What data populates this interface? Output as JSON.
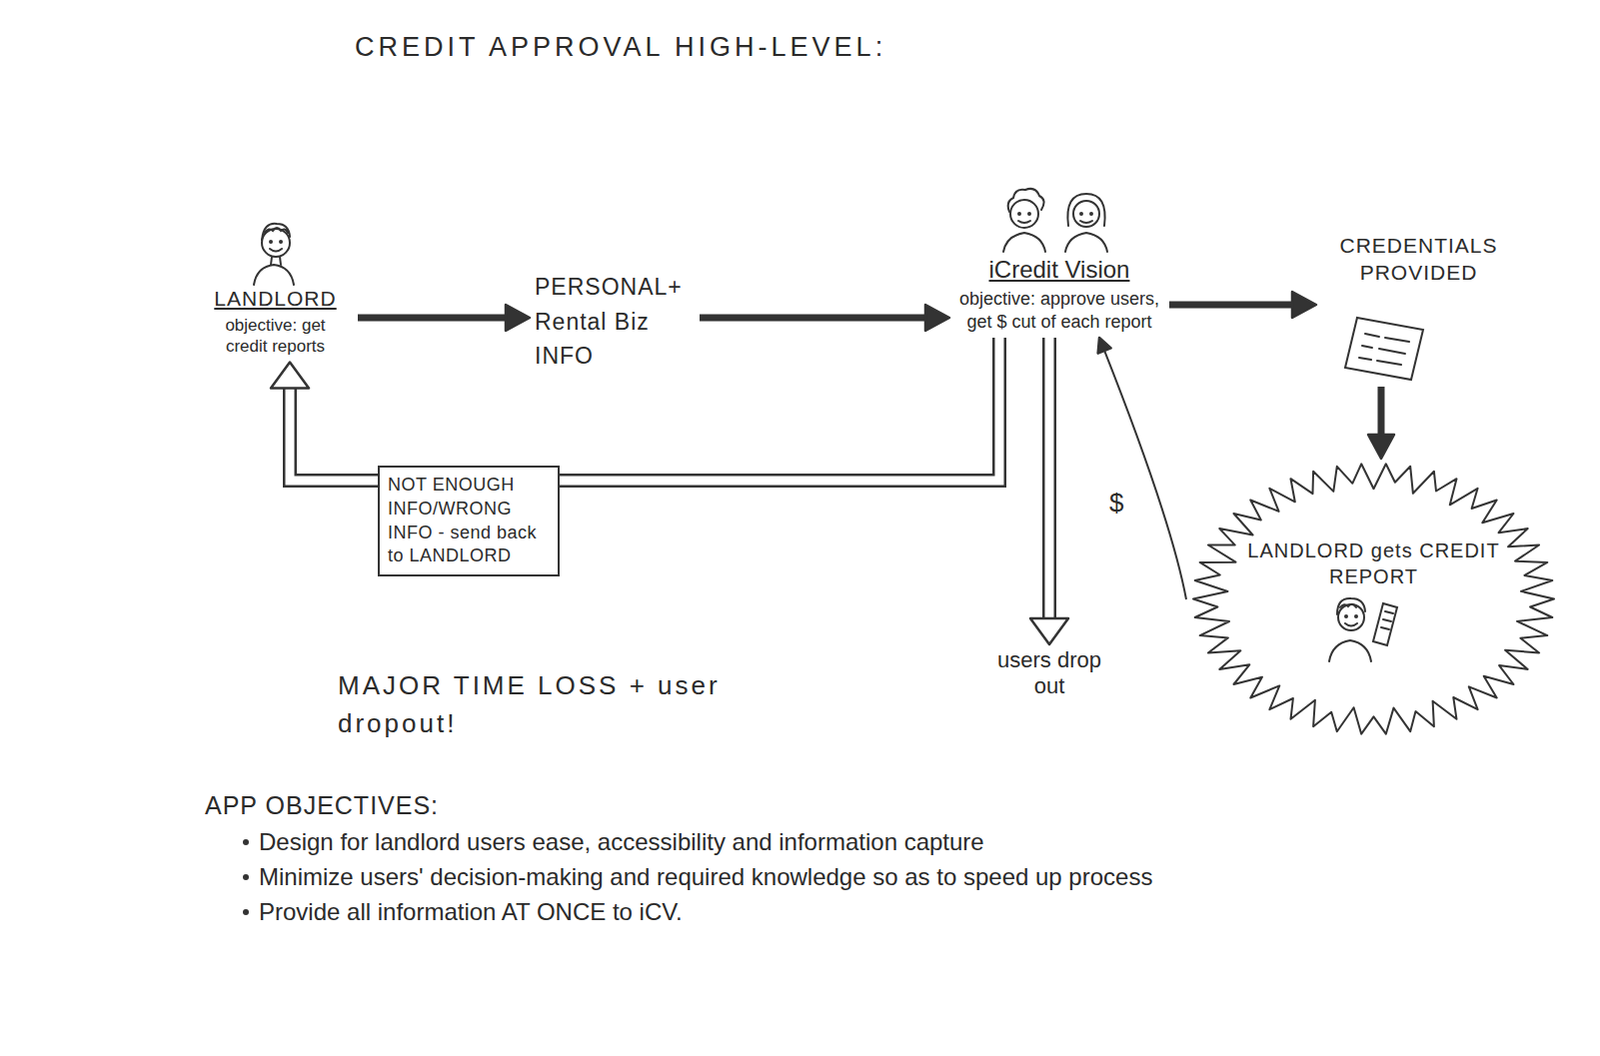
{
  "diagram": {
    "title": "CREDIT APPROVAL HIGH-LEVEL:",
    "nodes": [
      {
        "text": [
          "LANDLORD",
          "objective: get credit reports"
        ]
      },
      {
        "text": [
          "PERSONAL+ Rental Biz INFO"
        ]
      },
      {
        "text": [
          "iCredit Vision",
          "objective: approve users, get $ cut of each report"
        ]
      },
      {
        "text": [
          "CREDENTIALS PROVIDED"
        ]
      },
      {
        "text": [
          "LANDLORD gets CREDIT REPORT"
        ]
      },
      {
        "text": [
          "users drop out"
        ]
      }
    ],
    "edges": [
      {
        "from": 0,
        "to": 1,
        "arrow": "to"
      },
      {
        "from": 1,
        "to": 2,
        "arrow": "to"
      },
      {
        "from": 2,
        "to": 3,
        "arrow": "to"
      },
      {
        "from": 3,
        "to": 4,
        "arrow": "to"
      },
      {
        "from": 2,
        "to": 0,
        "label": "NOT ENOUGH INFO/WRONG INFO - send back to LANDLORD",
        "arrow": "to"
      },
      {
        "from": 2,
        "to": 5,
        "arrow": "to"
      },
      {
        "from": 4,
        "to": 2,
        "label": "$",
        "arrow": "to"
      }
    ],
    "labels": [
      "MAJOR TIME LOSS + user dropout!",
      "APP OBJECTIVES:",
      "Design for landlord users ease, accessibility and information capture",
      "Minimize users' decision-making and required knowledge so as to speed up process",
      "Provide all information AT ONCE to iCV."
    ]
  }
}
